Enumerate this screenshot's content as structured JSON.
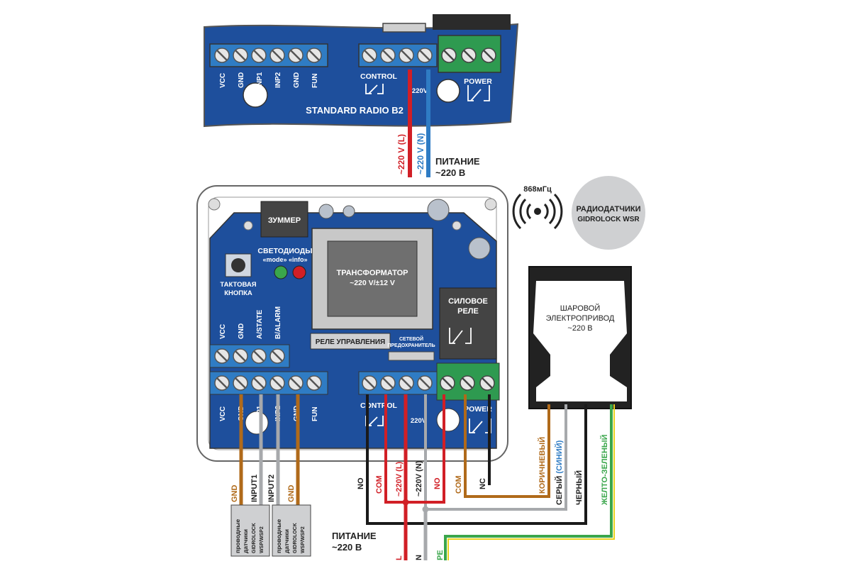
{
  "top_board": {
    "name": "STANDARD RADIO B2",
    "left_terminals": [
      "VCC",
      "GND",
      "INP1",
      "INP2",
      "GND",
      "FUN"
    ],
    "control_label": "CONTROL",
    "voltage_label": "220V",
    "power_label": "POWER"
  },
  "supply_wires": {
    "l_label": "~220 V (L)",
    "n_label": "~220 V (N)",
    "supply_caption_1": "ПИТАНИЕ",
    "supply_caption_2": "~220 В"
  },
  "radio": {
    "frequency": "868мГц",
    "sensor_line1": "РАДИОДАТЧИКИ",
    "sensor_line2": "GIDROLOCK WSR"
  },
  "main_board": {
    "buzzer": "ЗУММЕР",
    "leds_line1": "СВЕТОДИОДЫ",
    "leds_line2": "«mode» «info»",
    "button_line1": "ТАКТОВАЯ",
    "button_line2": "КНОПКА",
    "transformer_line1": "ТРАНСФОРМАТОР",
    "transformer_line2": "~220 V/±12 V",
    "power_relay_line1": "СИЛОВОЕ",
    "power_relay_line2": "РЕЛЕ",
    "control_relay": "РЕЛЕ УПРАВЛЕНИЯ",
    "fuse_line1": "СЕТЕВОЙ",
    "fuse_line2": "ПРЕДОХРАНИТЕЛЬ",
    "upper_terminals": [
      "VCC",
      "GND",
      "A/STATE",
      "B/ALARM"
    ],
    "lower_terminals": [
      "VCC",
      "GND",
      "INP1",
      "INP2",
      "GND",
      "FUN"
    ],
    "control_label": "CONTROL",
    "voltage_label": "220V",
    "power_label": "POWER"
  },
  "actuator": {
    "line1": "ШАРОВОЙ",
    "line2": "ЭЛЕКТРОПРИВОД",
    "line3": "~220 В"
  },
  "sensor_wires": {
    "gnd1": "GND",
    "input1": "INPUT1",
    "input2": "INPUT2",
    "gnd2": "GND",
    "block_line1": "проводные",
    "block_line2": "датчики",
    "block_line3": "GIDROLOCK",
    "block_line4": "WSP/WSP2"
  },
  "bottom_wires": {
    "no": "NO",
    "com1": "COM",
    "l220": "~220V (L)",
    "n220": "~220V (N)",
    "no2": "NO",
    "com2": "COM",
    "nc": "NC",
    "brown": "КОРИЧНЕВЫЙ",
    "blue_prefix": "СЕРЫЙ ",
    "blue_part": "(СИНИЙ)",
    "black": "ЧЕРНЫЙ",
    "yellow_green": "ЖЕЛТО-ЗЕЛЕНЫЙ",
    "supply_caption_1": "ПИТАНИЕ",
    "supply_caption_2": "~220 В",
    "l": "L",
    "n": "N",
    "pe": "PE"
  },
  "colors": {
    "board_blue": "#1e4f9c",
    "terminal_green": "#2e9a50",
    "wire_red": "#d11f26",
    "wire_blue": "#2f7cc4",
    "wire_brown": "#b06a1a",
    "wire_gray": "#a7a9ac",
    "wire_black": "#1a1a1a",
    "wire_green": "#3aa64b"
  }
}
